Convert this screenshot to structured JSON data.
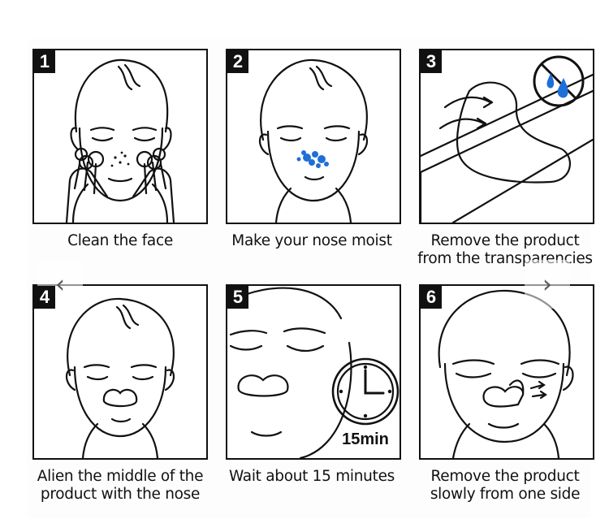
{
  "steps": [
    {
      "number": "1",
      "caption": [
        "Clean the face"
      ]
    },
    {
      "number": "2",
      "caption": [
        "Make your nose moist"
      ]
    },
    {
      "number": "3",
      "caption": [
        "Remove the product",
        "from the transparencies"
      ]
    },
    {
      "number": "4",
      "caption": [
        "Alien the middle of the",
        "product with the nose"
      ]
    },
    {
      "number": "5",
      "caption": [
        "Wait about 15 minutes"
      ],
      "timer_label": "15min"
    },
    {
      "number": "6",
      "caption": [
        "Remove the product",
        "slowly from one side"
      ]
    }
  ],
  "nav": {
    "prev_icon": "chevron-left-icon",
    "next_icon": "chevron-right-icon",
    "prev_glyph": "‹",
    "next_glyph": "›"
  },
  "colors": {
    "ink": "#111111",
    "water": "#1e6fd8"
  }
}
